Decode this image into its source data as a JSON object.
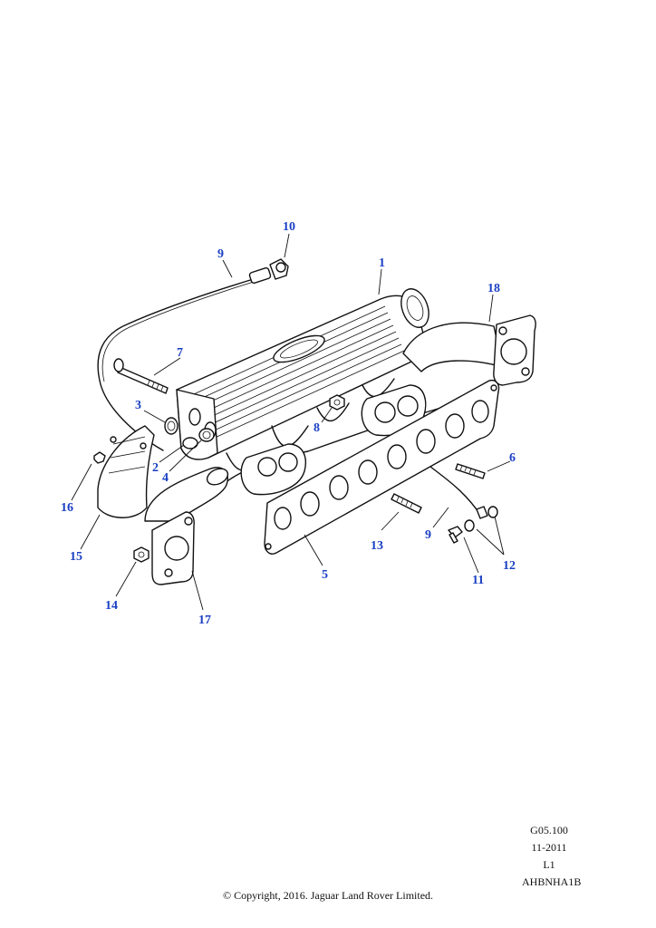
{
  "callouts": [
    "1",
    "2",
    "3",
    "4",
    "5",
    "6",
    "7",
    "8",
    "9",
    "9",
    "10",
    "11",
    "12",
    "13",
    "14",
    "15",
    "16",
    "17",
    "18"
  ],
  "meta": {
    "code": "G05.100",
    "date": "11-2011",
    "level": "L1",
    "ref": "AHBNHA1B"
  },
  "copyright": "© Copyright, 2016. Jaguar Land Rover Limited.",
  "colors": {
    "callout": "#1a3fc4",
    "line": "#111111",
    "background": "#ffffff"
  }
}
